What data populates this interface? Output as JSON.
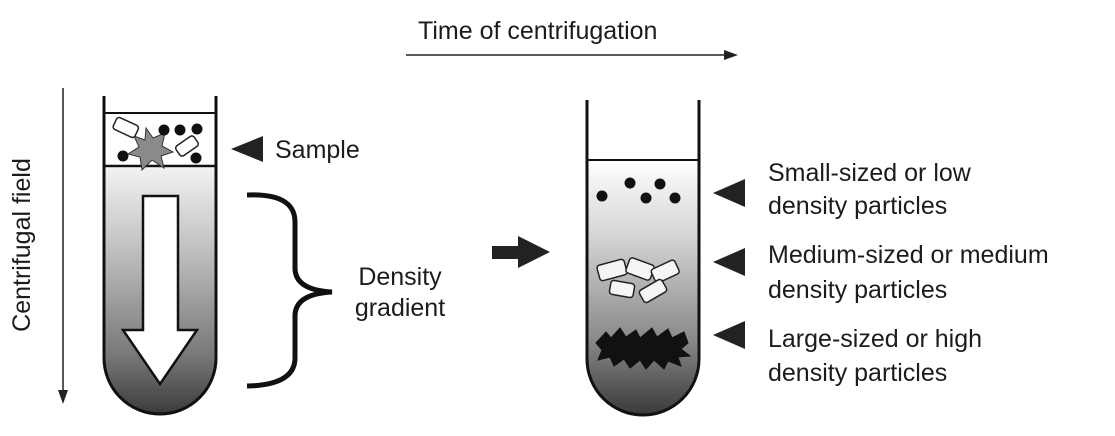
{
  "diagram": {
    "top_arrow_label": "Time of centrifugation",
    "side_arrow_label": "Centrifugal field",
    "sample_label": "Sample",
    "gradient_label_line1": "Density",
    "gradient_label_line2": "gradient",
    "bands": [
      {
        "line1": "Small-sized or low",
        "line2": "density particles"
      },
      {
        "line1": "Medium-sized or medium",
        "line2": "density particles"
      },
      {
        "line1": "Large-sized or high",
        "line2": "density particles"
      }
    ]
  }
}
